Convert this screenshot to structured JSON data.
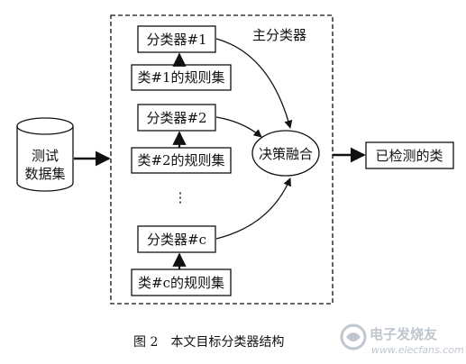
{
  "diagram": {
    "main_classifier_label": "主分类器",
    "database": {
      "line1": "测试",
      "line2": "数据集"
    },
    "classifiers": [
      {
        "label": "分类器#1",
        "rules": "类#1的规则集"
      },
      {
        "label": "分类器#2",
        "rules": "类#2的规则集"
      },
      {
        "label": "分类器#c",
        "rules": "类#c的规则集"
      }
    ],
    "ellipsis": "⋮",
    "fusion": "决策融合",
    "output": "已检测的类"
  },
  "caption": "图 2　本文目标分类器结构",
  "watermark": {
    "cn": "电子发烧友",
    "url": "www.elecfans.com"
  }
}
